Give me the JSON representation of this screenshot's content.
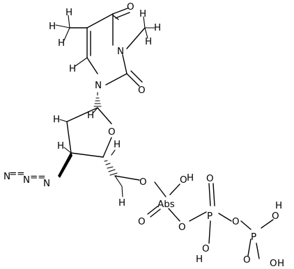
{
  "molecule": {
    "atoms": {
      "O_top": "O",
      "O_c2": "O",
      "N3": "N",
      "N1": "N",
      "O_ring": "O",
      "O_5p": "O",
      "O_p1a": "O",
      "H_p1a": "H",
      "O_p1b": "O",
      "O_bridge1": "O",
      "P2": "P",
      "O_p2a": "O",
      "H_p2a": "H",
      "O_bridge2": "O",
      "P3": "P",
      "O_p3a": "O",
      "H_p3a": "H",
      "O_p3b": "O",
      "H_p3b": "H",
      "N_az1": "N",
      "N_az2": "N",
      "N_az3": "N",
      "H_m1a": "H",
      "H_m1b": "H",
      "H_m1c": "H",
      "H_m2a": "H",
      "H_m2b": "H",
      "H_m2c": "H",
      "H_c6": "H",
      "H_ring1": "H",
      "H_ring2": "H",
      "H_ring3": "H",
      "H_ch2": "H"
    },
    "overlap_text": "Abs"
  }
}
